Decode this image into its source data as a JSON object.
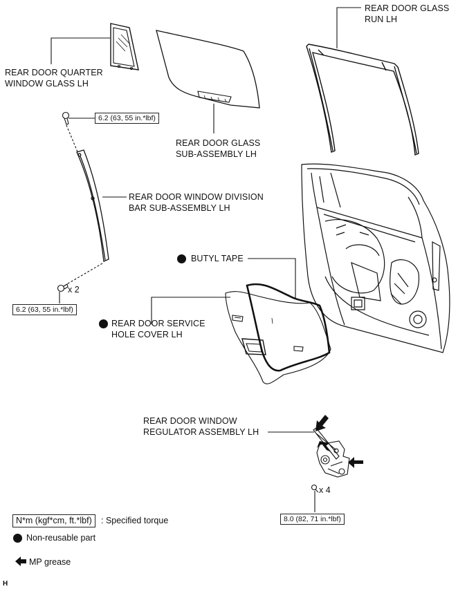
{
  "labels": {
    "quarter_glass": [
      "REAR DOOR QUARTER",
      "WINDOW GLASS LH"
    ],
    "glass_sub": [
      "REAR DOOR GLASS",
      "SUB-ASSEMBLY LH"
    ],
    "glass_run": [
      "REAR DOOR GLASS",
      "RUN LH"
    ],
    "division_bar": [
      "REAR DOOR WINDOW DIVISION",
      "BAR SUB-ASSEMBLY LH"
    ],
    "butyl_tape": "BUTYL TAPE",
    "service_cover": [
      "REAR DOOR SERVICE",
      "HOLE COVER LH"
    ],
    "regulator": [
      "REAR DOOR WINDOW",
      "REGULATOR ASSEMBLY LH"
    ]
  },
  "torques": {
    "division_bar_top": "6.2 (63, 55 in.*lbf)",
    "division_bar_bottom": "6.2 (63, 55 in.*lbf)",
    "regulator": "8.0 (82, 71 in.*lbf)"
  },
  "quantities": {
    "division_bar_bolts": "x 2",
    "regulator_bolts": "x 4"
  },
  "legend": {
    "torque_unit": "N*m (kgf*cm, ft.*lbf)",
    "torque_desc": ": Specified torque",
    "non_reusable": "Non-reusable part",
    "grease": "MP grease"
  },
  "figure_code": "H"
}
